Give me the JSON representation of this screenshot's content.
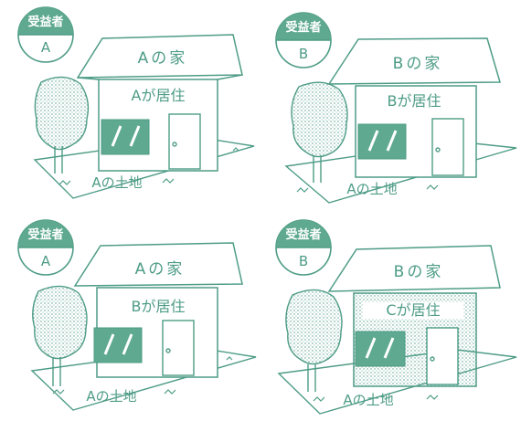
{
  "panels": [
    {
      "badge_title": "受益者",
      "badge_letter": "A",
      "house_label": "Aの家",
      "resident_label": "Aが居住",
      "land_label": "Aの土地",
      "stippled_front": false
    },
    {
      "badge_title": "受益者",
      "badge_letter": "B",
      "house_label": "Bの家",
      "resident_label": "Bが居住",
      "land_label": "Aの土地",
      "stippled_front": false
    },
    {
      "badge_title": "受益者",
      "badge_letter": "A",
      "house_label": "Aの家",
      "resident_label": "Bが居住",
      "land_label": "Aの土地",
      "stippled_front": false
    },
    {
      "badge_title": "受益者",
      "badge_letter": "B",
      "house_label": "Bの家",
      "resident_label": "Cが居住",
      "land_label": "Aの土地",
      "stippled_front": true
    }
  ],
  "colors": {
    "ink": "#4e9c86",
    "fill": "#5ea990",
    "paper": "#ffffff"
  },
  "icons": [
    "tree-icon",
    "house-icon",
    "window-icon",
    "door-icon",
    "grass-tuft-icon"
  ]
}
